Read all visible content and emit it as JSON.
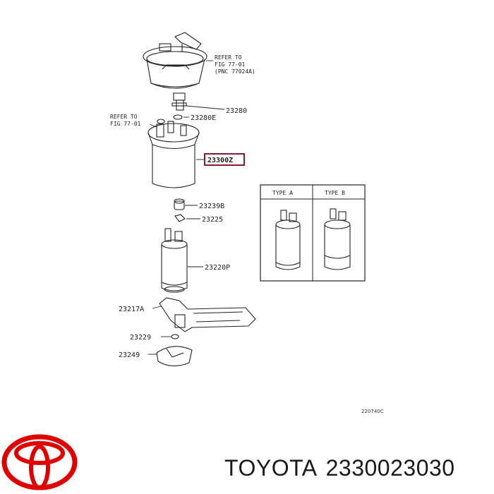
{
  "diagram": {
    "refer_top": {
      "line1": "REFER TO",
      "line2": "FIG 77-01",
      "line3": "(PNC 77024A)"
    },
    "refer_left": {
      "line1": "REFER TO",
      "line2": "FIG 77-01"
    },
    "parts": {
      "p23280": "23280",
      "p23280e": "23280E",
      "p23300": "23300Z",
      "p23239b": "23239B",
      "p23225": "23225",
      "p23220p": "23220P",
      "p23217a": "23217A",
      "p23229": "23229",
      "p23249": "23249"
    },
    "inset": {
      "type_a": "TYPE A",
      "type_b": "TYPE B"
    },
    "figure_code": "220740C",
    "highlight_color": "#8b1a2b"
  },
  "footer": {
    "brand": "TOYOTA",
    "part_number": "2330023030",
    "logo_color": "#e00000"
  }
}
